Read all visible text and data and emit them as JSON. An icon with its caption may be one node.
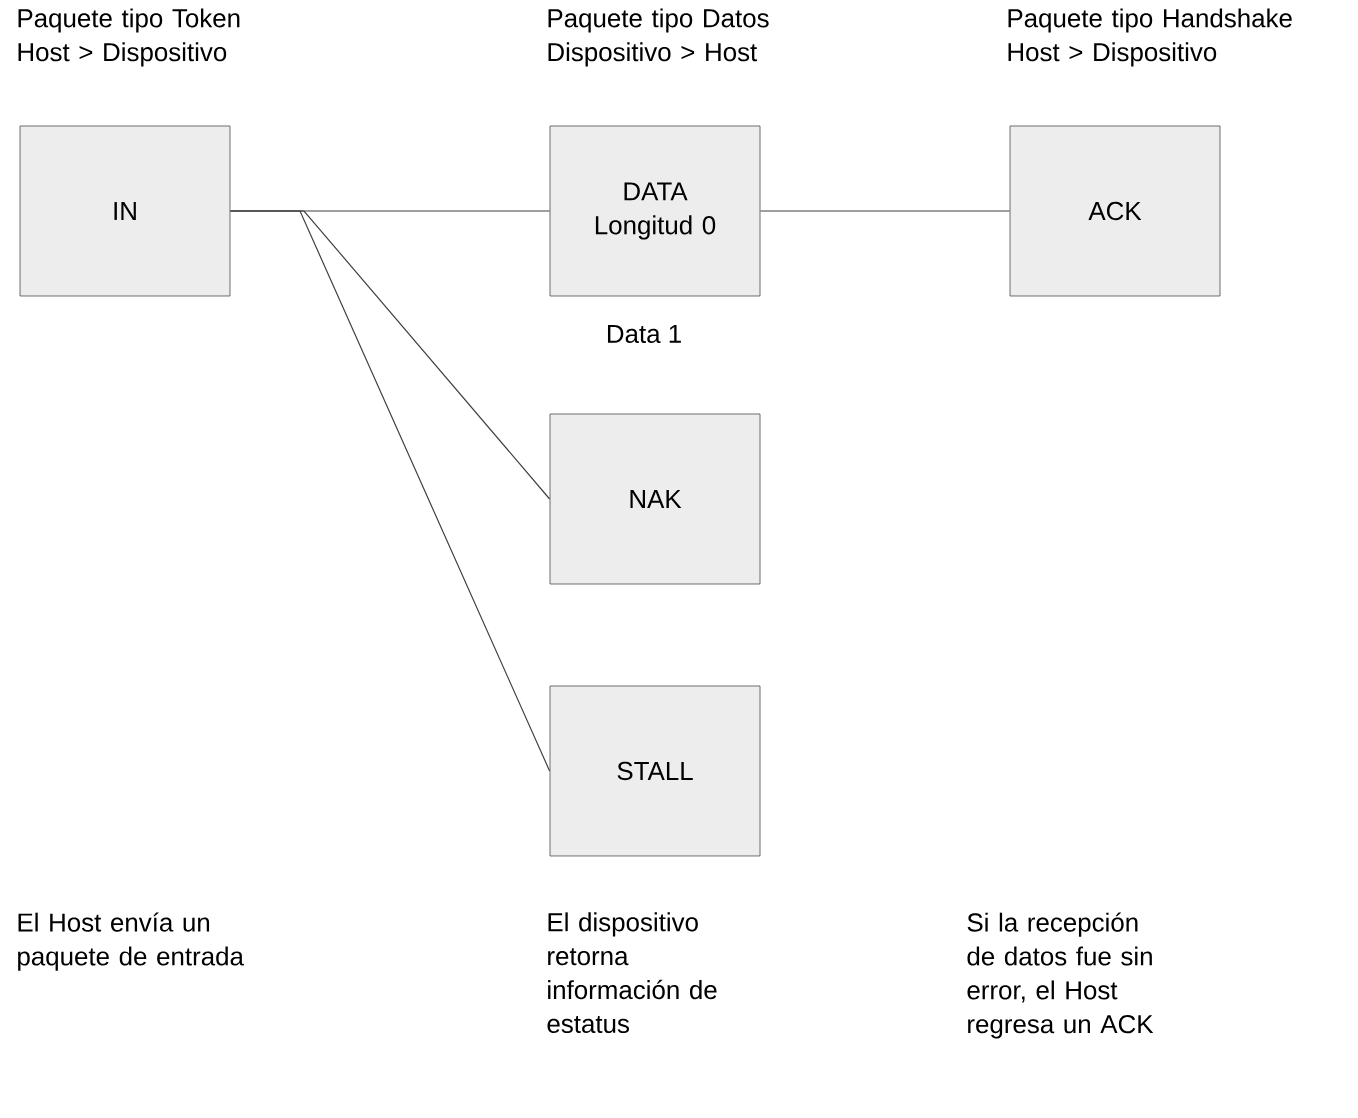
{
  "diagram": {
    "nodes": [
      {
        "text": [
          "Paquete tipo Token Host > Dispositivo",
          "IN"
        ]
      },
      {
        "text": [
          "Paquete tipo Datos Dispositivo > Host",
          "DATA Longitud 0"
        ],
        "beside": [
          "Data 1"
        ]
      },
      {
        "text": [
          "Paquete tipo Handshake Host > Dispositivo",
          "ACK"
        ]
      },
      {
        "text": [
          "NAK"
        ]
      },
      {
        "text": [
          "STALL"
        ]
      }
    ],
    "edges": [
      {
        "from": 0,
        "to": 1,
        "arrow": "none"
      },
      {
        "from": 1,
        "to": 2,
        "arrow": "none"
      },
      {
        "from": 0,
        "to": 3,
        "arrow": "none"
      },
      {
        "from": 0,
        "to": 4,
        "arrow": "none"
      }
    ],
    "labels": [
      "El Host envía un paquete de entrada",
      "El dispositivo retorna información de estatus",
      "Si la recepción de datos fue sin error, el Host regresa un ACK"
    ]
  }
}
